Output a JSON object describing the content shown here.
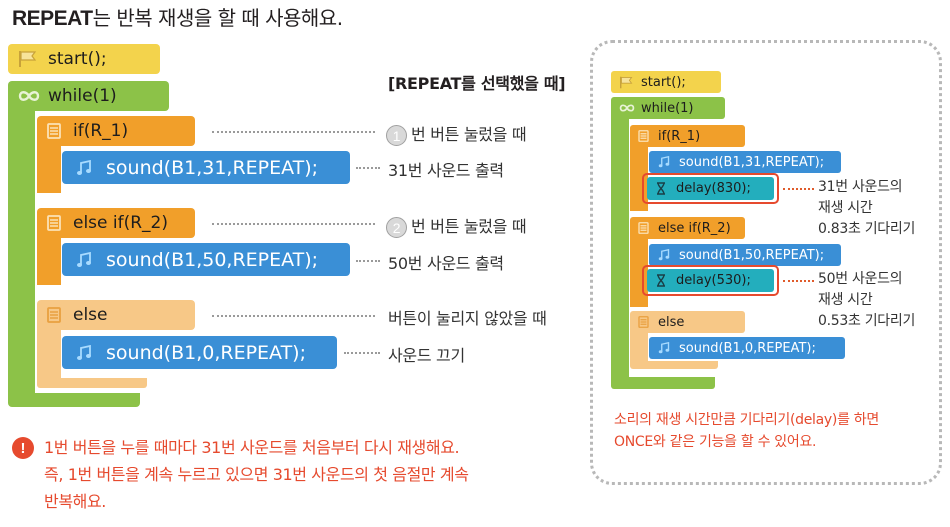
{
  "title": {
    "bold": "REPEAT",
    "rest": "는 반복 재생을 할 때 사용해요."
  },
  "left": {
    "start": "start();",
    "while": "while(1)",
    "if": "if(R_1)",
    "sound1": "sound(B1,31,REPEAT);",
    "elseif": "else if(R_2)",
    "sound2": "sound(B1,50,REPEAT);",
    "else": "else",
    "sound3": "sound(B1,0,REPEAT);"
  },
  "labels": {
    "heading": "[REPEAT를 선택했을 때]",
    "num1": "1",
    "press1": "번 버튼 눌렀을 때",
    "out1": "31번 사운드 출력",
    "num2": "2",
    "press2": "번 버튼 눌렀을 때",
    "out2": "50번 사운드 출력",
    "nopress": "버튼이 눌리지 않았을 때",
    "off": "사운드 끄기"
  },
  "warning": {
    "icon": "!",
    "line1": "1번 버튼을 누를 때마다 31번 사운드를 처음부터 다시 재생해요.",
    "line2": "즉, 1번 버튼을 계속 누르고 있으면 31번 사운드의 첫 음절만 계속",
    "line3": "반복해요."
  },
  "right": {
    "start": "start();",
    "while": "while(1)",
    "if": "if(R_1)",
    "sound1": "sound(B1,31,REPEAT);",
    "delay1": "delay(830);",
    "elseif": "else if(R_2)",
    "sound2": "sound(B1,50,REPEAT);",
    "delay2": "delay(530);",
    "else": "else",
    "sound3": "sound(B1,0,REPEAT);",
    "d1_l1": "31번 사운드의",
    "d1_l2": "재생 시간",
    "d1_l3": "0.83초 기다리기",
    "d2_l1": "50번 사운드의",
    "d2_l2": "재생 시간",
    "d2_l3": "0.53초 기다리기",
    "note1": "소리의 재생 시간만큼 기다리기(delay)를 하면",
    "note2": "ONCE와 같은 기능을 할 수 있어요."
  },
  "colors": {
    "start": "#f3d34c",
    "while": "#8cc248",
    "if": "#f19f2a",
    "sound": "#3a8fd6",
    "else": "#f7c887",
    "delay": "#23aebd",
    "accent": "#e64a2e"
  },
  "icons": {
    "start": "flag-icon",
    "while": "infinity-icon",
    "cond": "list-icon",
    "sound": "music-note-icon",
    "delay": "hourglass-icon",
    "warning": "exclamation-icon",
    "number": "circled-number-icon"
  }
}
